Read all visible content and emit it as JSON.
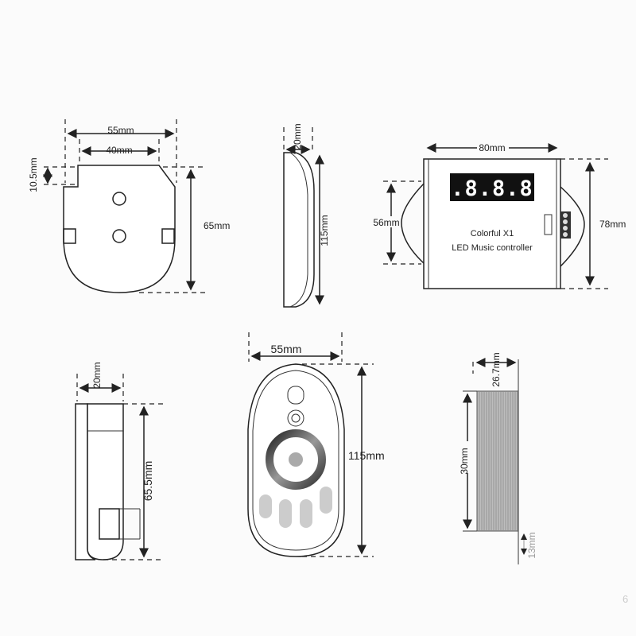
{
  "dimensions": {
    "bracket_width": "55mm",
    "bracket_inner_width": "40mm",
    "bracket_tab": "10.5mm",
    "bracket_height": "65mm",
    "side_thickness": "20mm",
    "side_height": "115mm",
    "controller_width": "80mm",
    "controller_inner_height": "56mm",
    "controller_height": "78mm",
    "holder_thickness": "20mm",
    "holder_height": "65.5mm",
    "remote_width": "55mm",
    "remote_height": "115mm",
    "receiver_width": "26.7mm",
    "receiver_height": "30mm",
    "receiver_offset": "13mm"
  },
  "controller": {
    "display": "8.8.8.8.",
    "name": "Colorful  X1",
    "subtitle": "LED  Music  controller",
    "display_color": "#111111",
    "segment_color": "#ffffff"
  },
  "page_number": "6"
}
